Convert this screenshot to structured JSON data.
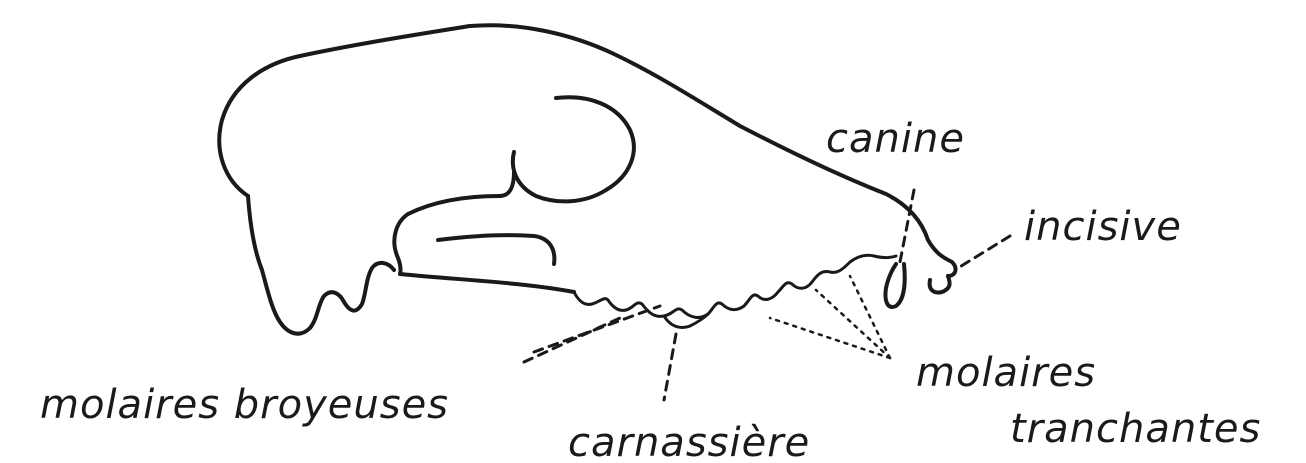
{
  "diagram": {
    "ink_color": "#1a1a1a",
    "background_color": "#ffffff",
    "subject": "skull-side-view",
    "labels": {
      "canine": "canine",
      "incisive": "incisive",
      "molaires_broyeuses": "molaires broyeuses",
      "carnassiere": "carnassière",
      "molaires_tranchantes_line1": "molaires",
      "molaires_tranchantes_line2": "tranchantes"
    }
  }
}
